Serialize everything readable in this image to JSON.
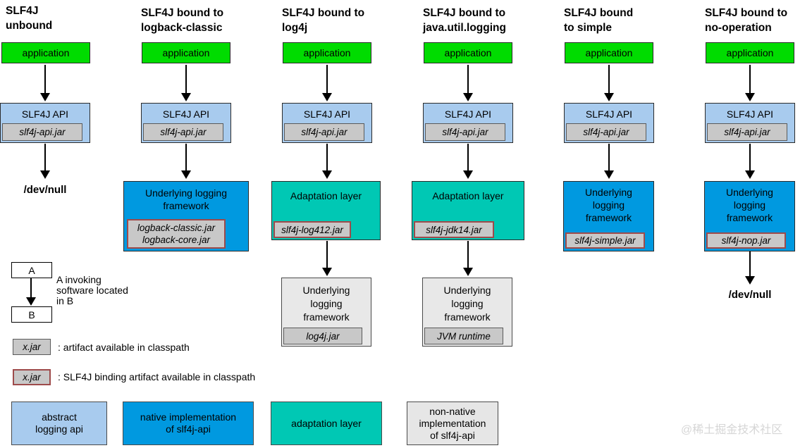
{
  "diagram": {
    "columns": [
      {
        "id": "unbound",
        "title_lines": [
          "SLF4J",
          "unbound"
        ],
        "app_label": "application",
        "api_label": "SLF4J API",
        "api_jar": "slf4j-api.jar",
        "sink_label": "/dev/null"
      },
      {
        "id": "logback-classic",
        "title_lines": [
          "SLF4J bound to",
          "logback-classic"
        ],
        "app_label": "application",
        "api_label": "SLF4J API",
        "api_jar": "slf4j-api.jar",
        "impl": {
          "label_lines": [
            "Underlying logging",
            "framework"
          ],
          "jar_lines": [
            "logback-classic.jar",
            "logback-core.jar"
          ]
        }
      },
      {
        "id": "log4j",
        "title_lines": [
          "SLF4J bound to",
          "log4j"
        ],
        "app_label": "application",
        "api_label": "SLF4J API",
        "api_jar": "slf4j-api.jar",
        "adaptation": {
          "label_lines": [
            "Adaptation layer"
          ],
          "jar_lines": [
            "slf4j-log412.jar"
          ]
        },
        "underlying": {
          "label_lines": [
            "Underlying",
            "logging",
            "framework"
          ],
          "jar_lines": [
            "log4j.jar"
          ]
        }
      },
      {
        "id": "java-util-logging",
        "title_lines": [
          "SLF4J bound to",
          "java.util.logging"
        ],
        "app_label": "application",
        "api_label": "SLF4J API",
        "api_jar": "slf4j-api.jar",
        "adaptation": {
          "label_lines": [
            "Adaptation layer"
          ],
          "jar_lines": [
            "slf4j-jdk14.jar"
          ]
        },
        "underlying": {
          "label_lines": [
            "Underlying",
            "logging",
            "framework"
          ],
          "jar_lines": [
            "JVM runtime"
          ]
        }
      },
      {
        "id": "simple",
        "title_lines": [
          "SLF4J bound",
          "to simple"
        ],
        "app_label": "application",
        "api_label": "SLF4J API",
        "api_jar": "slf4j-api.jar",
        "impl": {
          "label_lines": [
            "Underlying",
            "logging",
            "framework"
          ],
          "jar_lines": [
            "slf4j-simple.jar"
          ]
        }
      },
      {
        "id": "no-operation",
        "title_lines": [
          "SLF4J bound to",
          "no-operation"
        ],
        "app_label": "application",
        "api_label": "SLF4J API",
        "api_jar": "slf4j-api.jar",
        "impl": {
          "label_lines": [
            "Underlying",
            "logging",
            "framework"
          ],
          "jar_lines": [
            "slf4j-nop.jar"
          ]
        },
        "sink_label": "/dev/null"
      }
    ],
    "legend": {
      "invoke": {
        "a": "A",
        "b": "B",
        "text_lines": [
          "A invoking",
          "software located",
          "in B"
        ]
      },
      "artifact": {
        "jar": "x.jar",
        "text": ": artifact available in classpath"
      },
      "binding": {
        "jar": "x.jar",
        "text": ": SLF4J binding artifact available in classpath"
      }
    },
    "color_key": [
      {
        "label_lines": [
          "abstract",
          "logging api"
        ],
        "color": "#a8cbee"
      },
      {
        "label_lines": [
          "native implementation",
          "of slf4j-api"
        ],
        "color": "#0099e0"
      },
      {
        "label_lines": [
          "adaptation layer"
        ],
        "color": "#00c8b4"
      },
      {
        "label_lines": [
          "non-native",
          "implementation",
          "of slf4j-api"
        ],
        "color": "#e6e6e6"
      }
    ],
    "colors": {
      "application": "#00dc00",
      "abstract_api": "#a8cbee",
      "native_impl": "#0099e0",
      "adaptation": "#00c8b4",
      "non_native": "#e6e6e6",
      "jar_fill": "#c8c8c8",
      "binding_border": "#9e4b4b"
    },
    "watermark": "@稀土掘金技术社区"
  }
}
